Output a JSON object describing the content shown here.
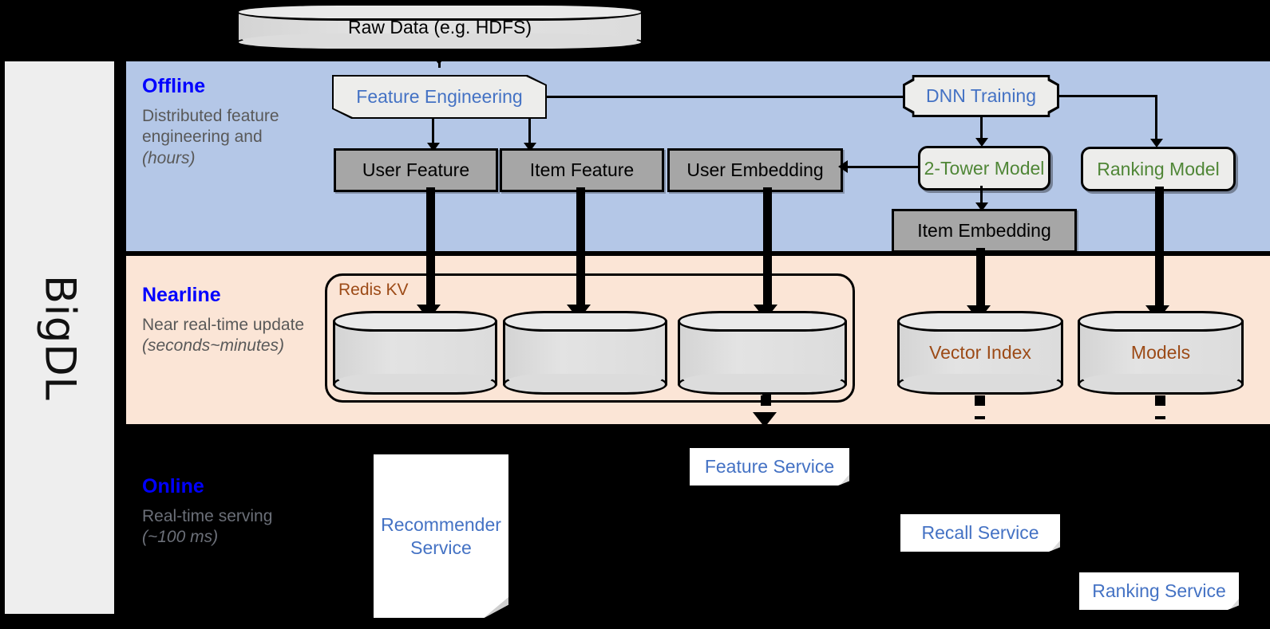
{
  "sidebar": {
    "label": "BigDL"
  },
  "source": {
    "raw_data": "Raw Data (e.g. HDFS)"
  },
  "bands": {
    "offline": {
      "title": "Offline",
      "desc_line1": "Distributed feature engineering and ",
      "desc_em": "(hours)"
    },
    "nearline": {
      "title": "Nearline",
      "desc_line1": "Near real-time update ",
      "desc_em": "(seconds~minutes)"
    },
    "online": {
      "title": "Online",
      "desc_line1": "Real-time serving ",
      "desc_em": "(~100 ms)"
    }
  },
  "offline": {
    "feature_engineering": "Feature Engineering",
    "dnn_training": "DNN Training",
    "user_feature": "User Feature",
    "item_feature": "Item Feature",
    "user_embedding": "User Embedding",
    "two_tower_model": "2-Tower Model",
    "ranking_model": "Ranking Model",
    "item_embedding": "Item Embedding"
  },
  "nearline": {
    "redis_kv": "Redis KV",
    "store_user_feature": "",
    "store_item_feature": "",
    "store_user_embedding": "",
    "vector_index": "Vector Index",
    "models": "Models"
  },
  "online": {
    "recommender_service": "Recommender Service",
    "feature_service": "Feature Service",
    "recall_service": "Recall Service",
    "ranking_service": "Ranking Service"
  },
  "colors": {
    "offline_band": "#b4c7e7",
    "nearline_band": "#fbe5d6",
    "online_band": "#000000",
    "band_title": "#0000ff",
    "band_desc": "#595959",
    "process_text": "#4472c4",
    "model_text": "#4f8636",
    "store_text": "#9c4a16",
    "data_box": "#a6a6a6",
    "sidebar": "#eeeeee"
  }
}
